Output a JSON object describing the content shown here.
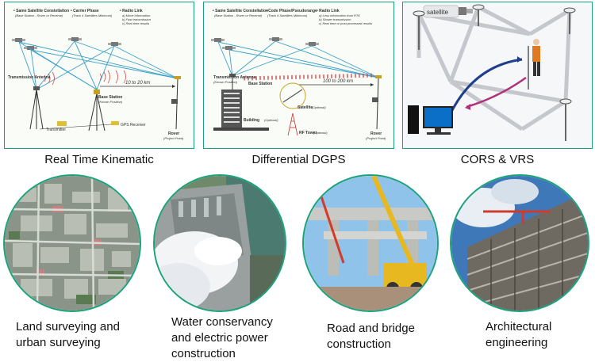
{
  "methods": [
    {
      "caption": "Real Time Kinematic",
      "diagram": {
        "heading_1": "• Same Satellite Constellation",
        "sub_1": "(Base Station - Rover or Reverse)",
        "heading_2": "• Carrier Phase",
        "sub_2": "(Track 4 Satellites Minimum)",
        "heading_3": "• Radio Link",
        "sub_3a": "a) Move information",
        "sub_3b": "b) Fast transmission",
        "sub_3c": "c) Real time results",
        "antenna_label": "Transmission Antenna",
        "base_label": "Base Station",
        "base_sub": "(Known Position)",
        "distance": "10 to 20 km",
        "rover_label": "Rover",
        "rover_sub": "(Project Point)",
        "transmitter": "Transmitter",
        "receiver": "GPS Receiver"
      }
    },
    {
      "caption": "Differential DGPS",
      "diagram": {
        "heading_1": "• Same Satellite Constellation",
        "sub_1": "(Base Station - Rover or Reverse)",
        "heading_2": "• Code Phase/Pseudorange",
        "sub_2": "(Track 4 Satellites Minimum)",
        "heading_3": "• Radio Link",
        "sub_3a": "a) Less information than RTK",
        "sub_3b": "b) Slower transmission",
        "sub_3c": "c) Real time or post processed results",
        "antenna_label": "Transmission Antenna",
        "antenna_sub": "(Known Position)",
        "base_label": "Base Station",
        "distance": "100 to 200 km",
        "building_label": "Building",
        "building_sub": "(Optional)",
        "satellite_label": "Satellite",
        "satellite_sub": "(Optional)",
        "tower_label": "RF Tower",
        "tower_sub": "(Optional)",
        "rover_label": "Rover",
        "rover_sub": "(Project Point)"
      }
    },
    {
      "caption": "CORS & VRS",
      "diagram": {
        "satellite_label": "satellite"
      }
    }
  ],
  "applications": [
    {
      "line1": "Land surveying and",
      "line2": "urban surveying",
      "line3": ""
    },
    {
      "line1": "Water conservancy",
      "line2": "and electric power",
      "line3": "construction"
    },
    {
      "line1": "Road and bridge",
      "line2": "construction",
      "line3": ""
    },
    {
      "line1": "Architectural",
      "line2": "engineering",
      "line3": ""
    }
  ],
  "colors": {
    "accent_border": "#1aa37a",
    "signal_line": "#3aa0c8",
    "sky": "#8fc3ea",
    "concrete": "#c9c9c5",
    "crane_yellow": "#e8b820",
    "crane_red": "#d23a2a",
    "vrs_blue": "#1f3f8a",
    "vrs_magenta": "#b0307a"
  }
}
